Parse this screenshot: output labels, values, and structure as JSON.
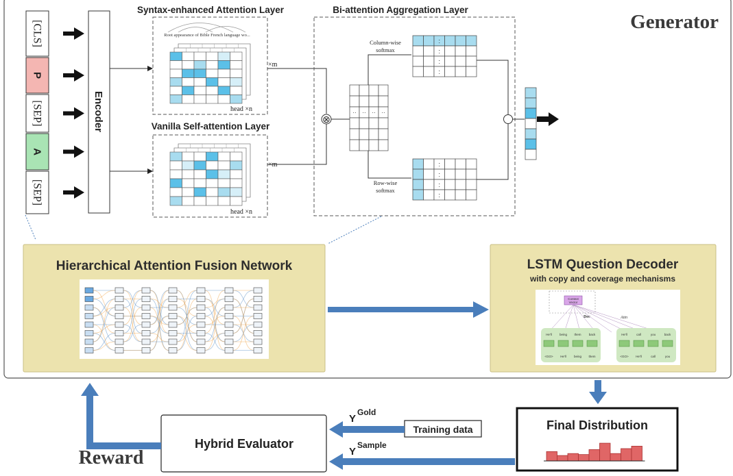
{
  "generator": {
    "title": "Generator",
    "tokens": [
      {
        "label": "[CLS]",
        "fill": "#ffffff"
      },
      {
        "label": "P",
        "fill": "#f4b6b2"
      },
      {
        "label": "[SEP]",
        "fill": "#ffffff"
      },
      {
        "label": "A",
        "fill": "#a9e4b4"
      },
      {
        "label": "[SEP]",
        "fill": "#ffffff"
      }
    ],
    "encoder_label": "Encoder",
    "syntax_layer": {
      "title": "Syntax-enhanced Attention Layer",
      "sentence": "Root appearance of Bible French language wo...",
      "repeat": "×m",
      "head": "head ×n"
    },
    "vanilla_layer": {
      "title": "Vanilla Self-attention Layer",
      "repeat": "×m",
      "head": "head ×n"
    },
    "biattention": {
      "title": "Bi-attention Aggregation Layer",
      "column_softmax": [
        "Column-wise",
        "softmax"
      ],
      "row_softmax": [
        "Row-wise",
        "softmax"
      ],
      "dots": ":",
      "hdots": "··",
      "otimes": "⊗"
    }
  },
  "hafn": {
    "title": "Hierarchical Attention Fusion Network"
  },
  "decoder": {
    "title": "LSTM Question Decoder",
    "subtitle": "with copy and coverage mechanisms",
    "context_label": [
      "Context",
      "Vector"
    ],
    "dec_label": "Dec",
    "attn_label": "Attn",
    "top_words": [
      "He'll",
      "being",
      "them",
      "back",
      "He'll",
      "call",
      "you",
      "back"
    ],
    "bottom_words": [
      "<GO>",
      "He'll",
      "being",
      "them",
      "<GO>",
      "He'll",
      "call",
      "you"
    ]
  },
  "evaluator": {
    "label": "Hybrid Evaluator"
  },
  "training": {
    "label": "Training data"
  },
  "y_gold": {
    "symbol": "Y",
    "sup": "Gold"
  },
  "y_sample": {
    "symbol": "Y",
    "sup": "Sample"
  },
  "final": {
    "title": "Final Distribution",
    "histogram": [
      0.38,
      0.22,
      0.3,
      0.26,
      0.46,
      0.72,
      0.3,
      0.5,
      0.6
    ]
  },
  "reward": {
    "label": "Reward"
  },
  "colors": {
    "panel": "#ece3ae",
    "arrow": "#4a7ebb",
    "cell_dark": "#5bc0e8",
    "cell_mid": "#a8dcef",
    "cell_light": "#d6eff8",
    "bar": "#e06666"
  }
}
